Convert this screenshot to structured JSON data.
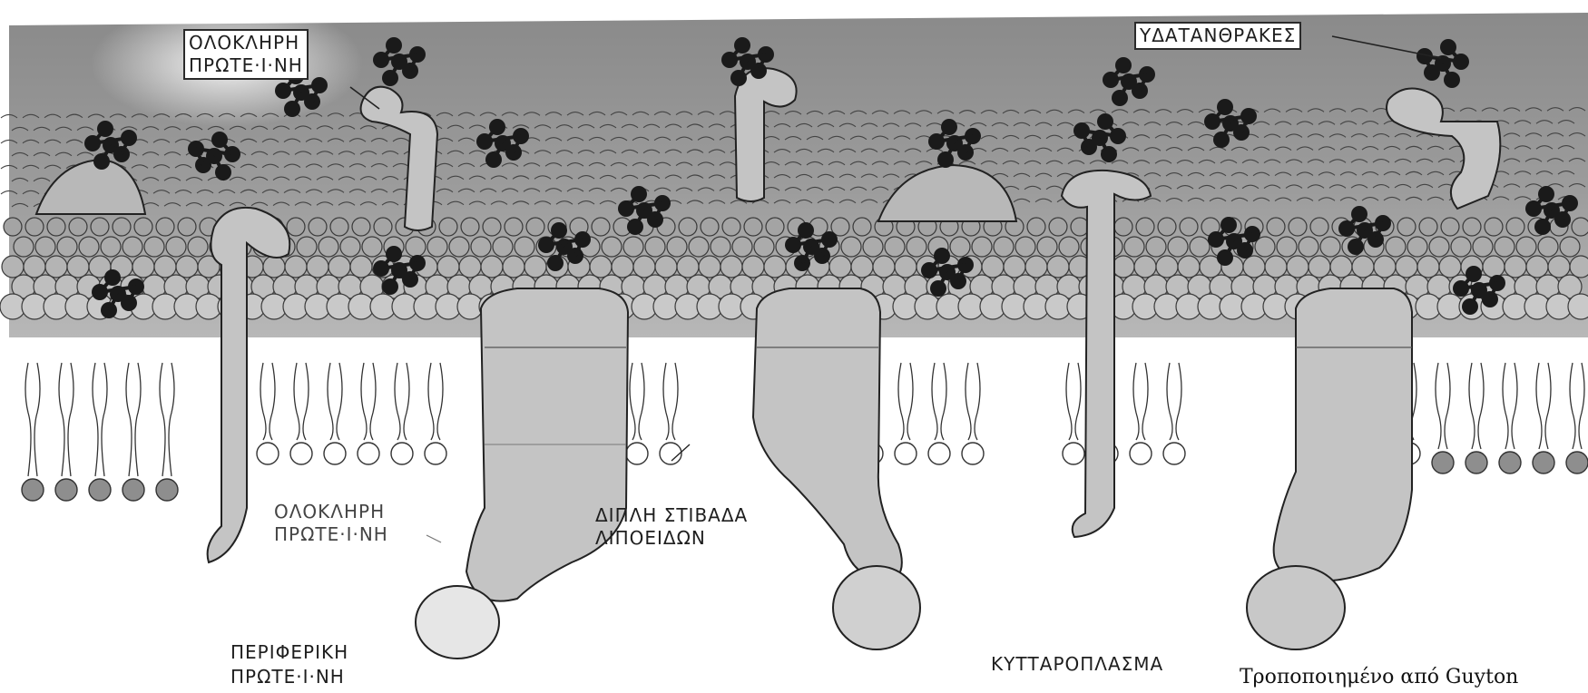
{
  "labels": {
    "integral_protein_top": "ΟΛΟΚΛΗΡΗ\nΠΡΩΤΕ·Ι·ΝΗ",
    "carbohydrates": "ΥΔΑΤΑΝΘΡΑΚΕΣ",
    "integral_protein_bottom": "ΟΛΟΚΛΗΡΗ\nΠΡΩΤΕ·Ι·ΝΗ",
    "lipid_bilayer": "ΔΙΠΛΗ ΣΤΙΒΑΔΑ\nΛΙΠΟΕΙΔΩΝ",
    "peripheral_protein": "ΠΕΡΙΦΕΡΙΚΗ\nΠΡΩΤΕ·Ι·ΝΗ",
    "cytoplasm": "ΚΥΤΤΑΡΟΠΛΑΣΜΑ",
    "credit": "Τροποποιημένο από Guyton"
  },
  "colors": {
    "membrane_gray": "#9a9a9a",
    "protein_fill": "#c4c4c4",
    "carbohydrate": "#1a1a1a",
    "outline": "#222222"
  }
}
